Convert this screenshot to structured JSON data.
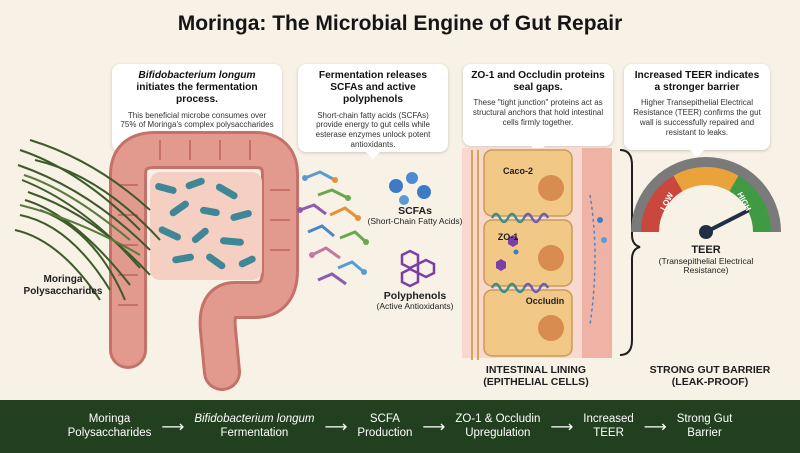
{
  "title": "Moringa: The Microbial Engine of Gut Repair",
  "boxes": [
    {
      "head_italic": "Bifidobacterium longum",
      "head_rest": " initiates the fermentation process.",
      "body": "This beneficial microbe consumes over 75% of Moringa's complex polysaccharides in the colon."
    },
    {
      "head": "Fermentation releases SCFAs and active polyphenols",
      "body": "Short-chain fatty acids (SCFAs) provide energy to gut cells while esterase enzymes unlock potent antioxidants."
    },
    {
      "head": "ZO-1 and Occludin proteins seal gaps.",
      "body": "These \"tight junction\" proteins act as structural anchors that hold intestinal cells firmly together."
    },
    {
      "head": "Increased TEER indicates a stronger barrier",
      "body": "Higher Transepithelial Electrical Resistance (TEER) confirms the gut wall is successfully repaired and resistant to leaks."
    }
  ],
  "labels": {
    "moringa": "Moringa Polysaccharides",
    "scfa_title": "SCFAs",
    "scfa_sub": "(Short-Chain Fatty Acids)",
    "poly_title": "Polyphenols",
    "poly_sub": "(Active Antioxidants)",
    "caco2": "Caco-2",
    "zo1": "ZO-1",
    "occludin": "Occludin",
    "lining_1": "INTESTINAL LINING",
    "lining_2": "(EPITHELIAL CELLS)",
    "gauge_low": "LOW",
    "gauge_high": "HIGH",
    "teer_title": "TEER",
    "teer_sub": "(Transepithelial Electrical Resistance)",
    "barrier_1": "STRONG GUT BARRIER",
    "barrier_2": "(LEAK-PROOF)"
  },
  "gauge": {
    "level": 0.85
  },
  "colors": {
    "background": "#f7f1e6",
    "footer": "#22401f",
    "colon": "#e29a8f",
    "moringa": "#3d5a2a",
    "bacteria": "#3f8796",
    "cell": "#f1c886",
    "nucleus": "#d98c50",
    "gauge_low": "#c9473c",
    "gauge_mid": "#e9a33a",
    "gauge_high": "#3f9a43"
  },
  "footer": [
    {
      "line1": "Moringa",
      "line2": "Polysaccharides",
      "italic_line1": false
    },
    {
      "line1": "Bifidobacterium longum",
      "line2": "Fermentation",
      "italic_line1": true
    },
    {
      "line1": "SCFA",
      "line2": "Production",
      "italic_line1": false
    },
    {
      "line1": "ZO-1 & Occludin",
      "line2": "Upregulation",
      "italic_line1": false
    },
    {
      "line1": "Increased",
      "line2": "TEER",
      "italic_line1": false
    },
    {
      "line1": "Strong Gut",
      "line2": "Barrier",
      "italic_line1": false
    }
  ]
}
